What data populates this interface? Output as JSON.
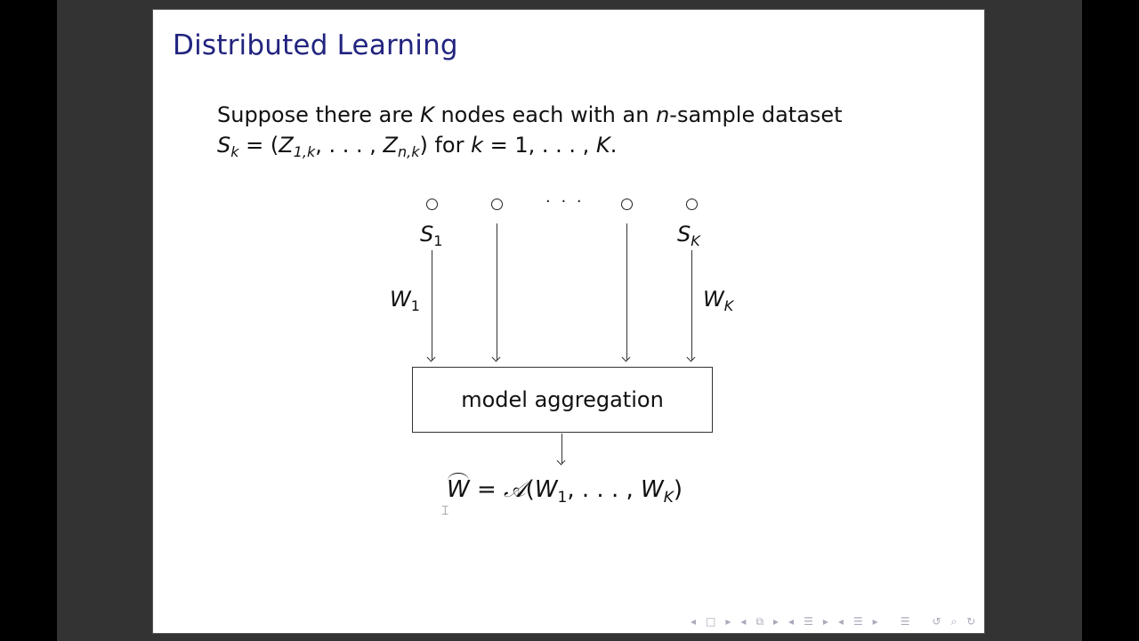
{
  "slide": {
    "title": "Distributed Learning",
    "intro_line1": {
      "t1": "Suppose there are ",
      "K": "K",
      "t2": " nodes each with an ",
      "n": "n",
      "t3": "-sample dataset"
    },
    "intro_line2": {
      "S": "S",
      "S_sub": "k",
      "eq": " = (",
      "Z1": "Z",
      "Z1_sub": "1,k",
      "mid": ", . . . , ",
      "Zn": "Z",
      "Zn_sub": "n,k",
      "close": ") for ",
      "k": "k",
      "range": " = 1, . . . , ",
      "K": "K",
      "end": "."
    }
  },
  "diagram": {
    "ellipsis": "· · ·",
    "node_labels": [
      {
        "main": "S",
        "sub": "1"
      },
      {
        "main": "S",
        "sub": "K"
      }
    ],
    "edge_labels": [
      {
        "main": "W",
        "sub": "1"
      },
      {
        "main": "W",
        "sub": "K"
      }
    ],
    "aggregation_box": "model aggregation",
    "result": {
      "W_hat": "W",
      "eq": " = ",
      "A": "𝒜",
      "open": "(",
      "W1": "W",
      "W1_sub": "1",
      "mid": ", . . . , ",
      "WK": "W",
      "WK_sub": "K",
      "close": ")"
    }
  },
  "navigation": {
    "icons": [
      "◂",
      "□",
      "▸",
      "◂",
      "⧉",
      "▸",
      "◂",
      "☰",
      "▸",
      "◂",
      "☰",
      "▸",
      "☰",
      "↺",
      "⌕",
      "↻"
    ]
  },
  "colors": {
    "title": "#22247f",
    "viewer_bg": "#333333",
    "outer_bg": "#000000",
    "slide_bg": "#ffffff"
  }
}
